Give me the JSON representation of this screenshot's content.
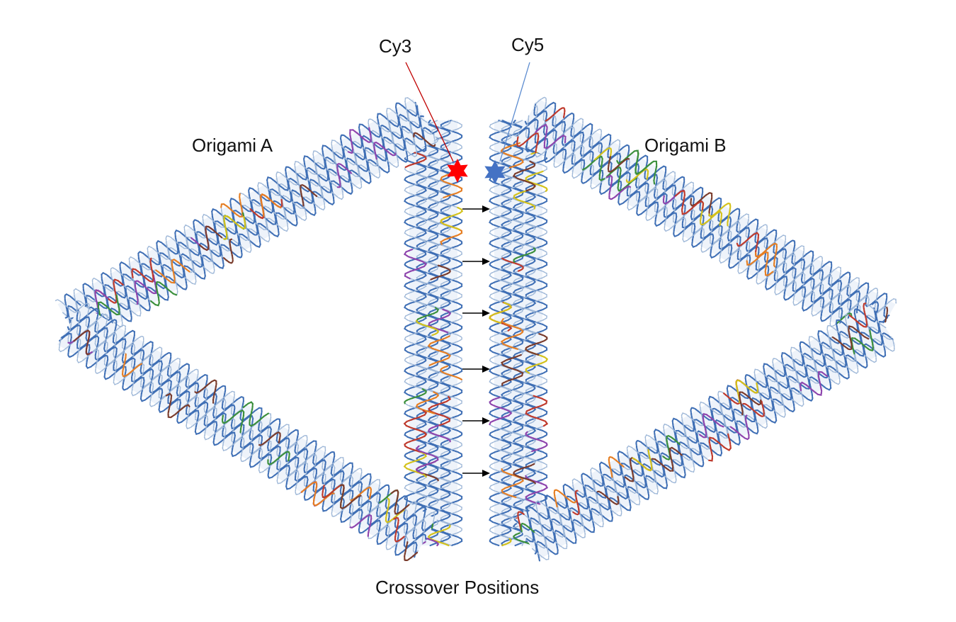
{
  "labels": {
    "cy3": "Cy3",
    "cy5": "Cy5",
    "origami_a": "Origami A",
    "origami_b": "Origami B",
    "crossover": "Crossover Positions"
  },
  "colors": {
    "helix_main": "#3f6fb5",
    "helix_light": "#9fb8d8",
    "staples": [
      "#c0392b",
      "#e67e22",
      "#d4c21a",
      "#3a8f3a",
      "#8e44ad",
      "#7a3b2b"
    ],
    "cy3_star": "#ff0000",
    "cy5_star": "#4472c4",
    "cy3_leader": "#c00000",
    "cy5_leader": "#5b8bd0",
    "arrow": "#000000"
  },
  "crossover_arrow_count": 6,
  "icons": {
    "cy3": "red-star-icon",
    "cy5": "blue-star-icon"
  }
}
